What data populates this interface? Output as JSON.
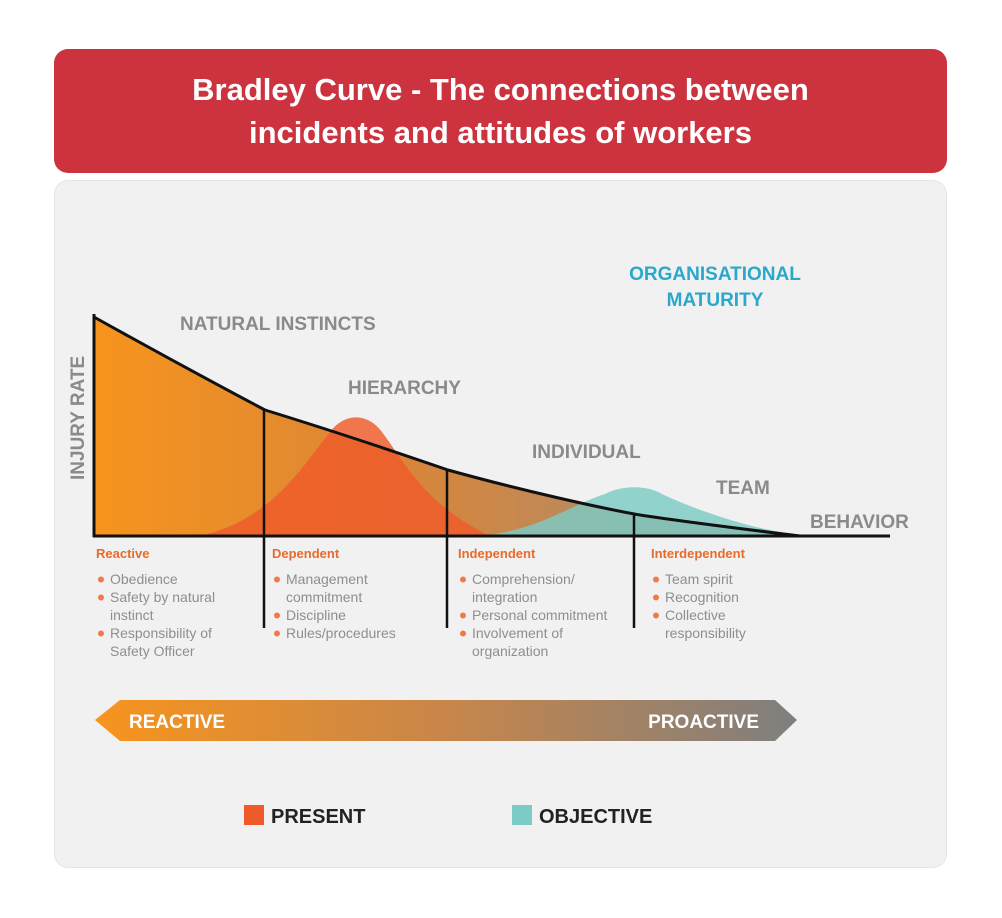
{
  "header": {
    "title_line1": "Bradley Curve - The connections between",
    "title_line2": "incidents and attitudes of workers"
  },
  "axes": {
    "y_label": "INJURY RATE",
    "x_label": "BEHAVIOR"
  },
  "maturity_label": {
    "line1": "ORGANISATIONAL",
    "line2": "MATURITY"
  },
  "curve_labels": {
    "natural_instincts": "NATURAL INSTINCTS",
    "hierarchy": "HIERARCHY",
    "individual": "INDIVIDUAL",
    "team": "TEAM"
  },
  "stages": [
    {
      "title": "Reactive",
      "items": [
        [
          "Obedience"
        ],
        [
          "Safety by natural",
          "instinct"
        ],
        [
          "Responsibility of",
          "Safety Officer"
        ]
      ]
    },
    {
      "title": "Dependent",
      "items": [
        [
          "Management",
          "commitment"
        ],
        [
          "Discipline"
        ],
        [
          "Rules/procedures"
        ]
      ]
    },
    {
      "title": "Independent",
      "items": [
        [
          "Comprehension/",
          "integration"
        ],
        [
          "Personal commitment"
        ],
        [
          "Involvement of",
          "organization"
        ]
      ]
    },
    {
      "title": "Interdependent",
      "items": [
        [
          "Team spirit"
        ],
        [
          "Recognition"
        ],
        [
          "Collective",
          "responsibility"
        ]
      ]
    }
  ],
  "arrow": {
    "left_label": "REACTIVE",
    "right_label": "PROACTIVE"
  },
  "legend": [
    {
      "label": "PRESENT",
      "color": "#ef5a2a"
    },
    {
      "label": "OBJECTIVE",
      "color": "#7ccbc4"
    }
  ],
  "colors": {
    "header_bg": "#cc333f",
    "gradient_start": "#f7941d",
    "gradient_end": "#7f7f7f",
    "present": "#ef5a2a",
    "objective": "#7ccbc4",
    "maturity": "#2aa8cc"
  }
}
